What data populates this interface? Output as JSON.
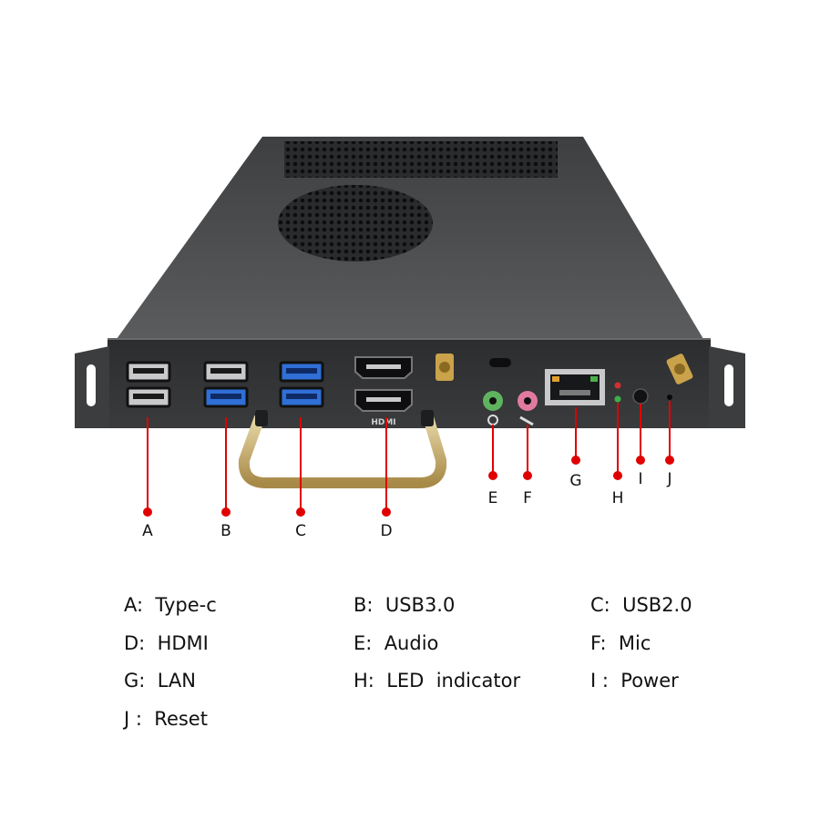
{
  "callouts": {
    "A": "A",
    "B": "B",
    "C": "C",
    "D": "D",
    "E": "E",
    "F": "F",
    "G": "G",
    "H": "H",
    "I": "I",
    "J": "J"
  },
  "legend": {
    "A": "A:  Type-c",
    "B": "B:  USB3.0",
    "C": "C:  USB2.0",
    "D": "D:  HDMI",
    "E": "E:  Audio",
    "F": "F:  Mic",
    "G": "G:  LAN",
    "H": "H:  LED  indicator",
    "I": "I :  Power",
    "J": "J :  Reset"
  },
  "ports": {
    "hdmi_label": "HDMI"
  },
  "colors": {
    "callout_red": "#e00000",
    "case_body": "#4a4b4d",
    "case_dark": "#2c2d2f",
    "usb3_blue": "#2f6fd6",
    "audio_green": "#5fb35f",
    "mic_pink": "#e27aa0",
    "antenna_gold": "#c9a24a"
  }
}
